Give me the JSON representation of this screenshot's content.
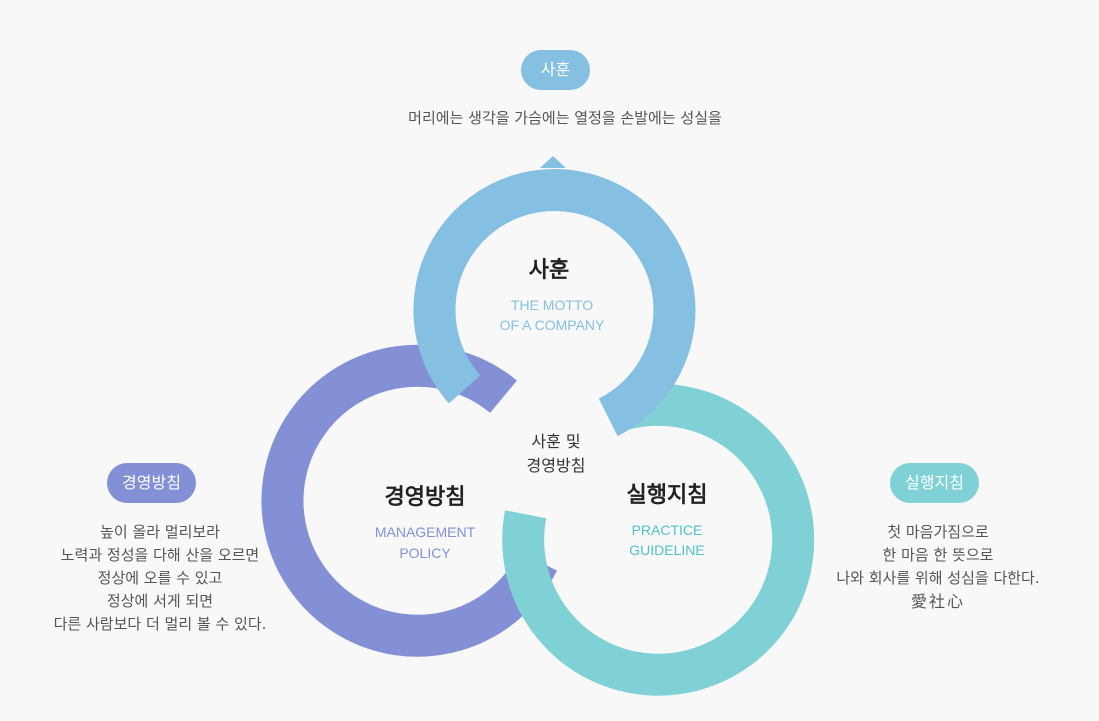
{
  "colors": {
    "motto": "#85bfe1",
    "management": "#8390d6",
    "practice": "#7fd1d6",
    "background": "#f8f8f8"
  },
  "top": {
    "badge": "사훈",
    "description": "머리에는 생각을 가슴에는 열정을 손발에는 성실을"
  },
  "left": {
    "badge": "경영방침",
    "lines": [
      "높이 올라 멀리보라",
      "노력과 정성을 다해 산을 오르면",
      "정상에 오를 수 있고",
      "정상에 서게 되면",
      "다른 사람보다 더 멀리 볼 수 있다."
    ]
  },
  "right": {
    "badge": "실행지침",
    "lines": [
      "첫 마음가짐으로",
      "한 마음 한 뜻으로",
      "나와 회사를 위해 성심을 다한다."
    ],
    "hanja": "愛社心"
  },
  "diagram": {
    "motto": {
      "title": "사훈",
      "sub1": "THE MOTTO",
      "sub2": "OF A COMPANY"
    },
    "management": {
      "title": "경영방침",
      "sub1": "MANAGEMENT",
      "sub2": "POLICY"
    },
    "practice": {
      "title": "실행지침",
      "sub1": "PRACTICE",
      "sub2": "GUIDELINE"
    },
    "center": {
      "line1": "사훈 및",
      "line2": "경영방침"
    }
  }
}
